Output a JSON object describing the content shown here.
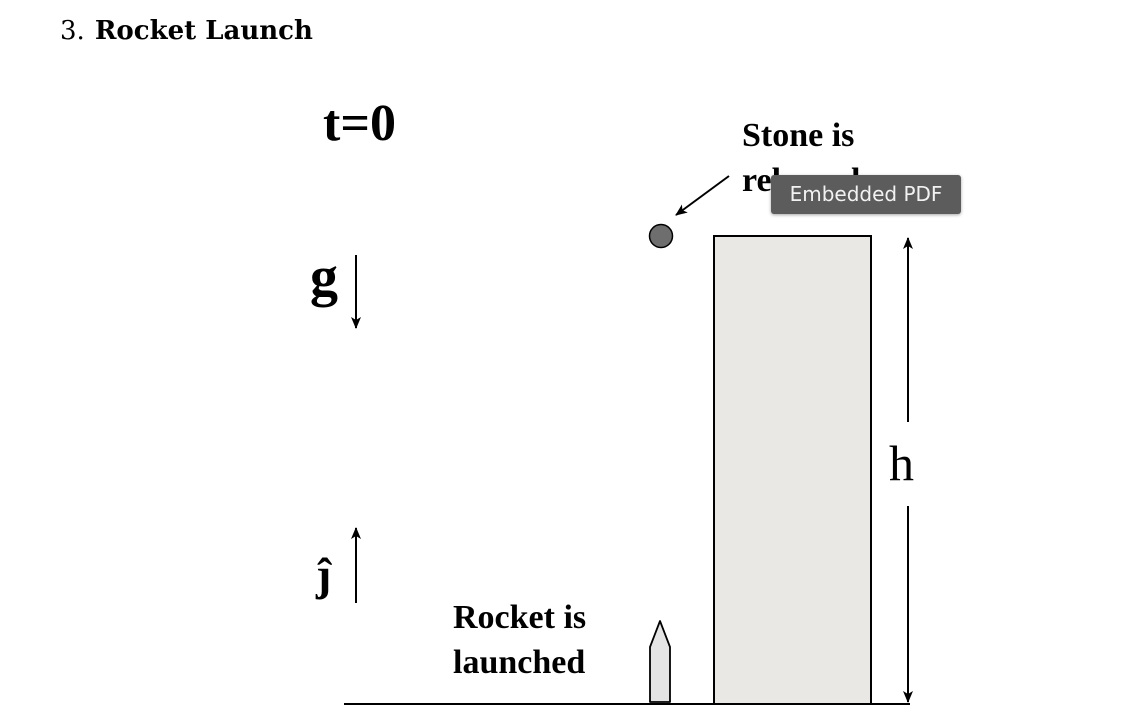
{
  "heading": {
    "number": "3.",
    "title": "Rocket Launch"
  },
  "figure": {
    "time_label": "t=0",
    "gravity_label": "g",
    "unit_vector_label": "ĵ",
    "stone_label_line1": "Stone is",
    "stone_label_line2": "released",
    "rocket_label_line1": "Rocket is",
    "rocket_label_line2": "launched",
    "height_label": "h"
  },
  "tooltip": {
    "text": "Embedded PDF"
  },
  "colors": {
    "building_fill": "#e9e8e5",
    "stone_fill": "#6e6e6e",
    "rocket_fill": "#e4e4e4",
    "tooltip_bg": "#5c5c5c",
    "tooltip_text": "#f2f2f2"
  },
  "icons": {
    "stone": "circle",
    "rocket": "pointed-rocket-shape"
  }
}
